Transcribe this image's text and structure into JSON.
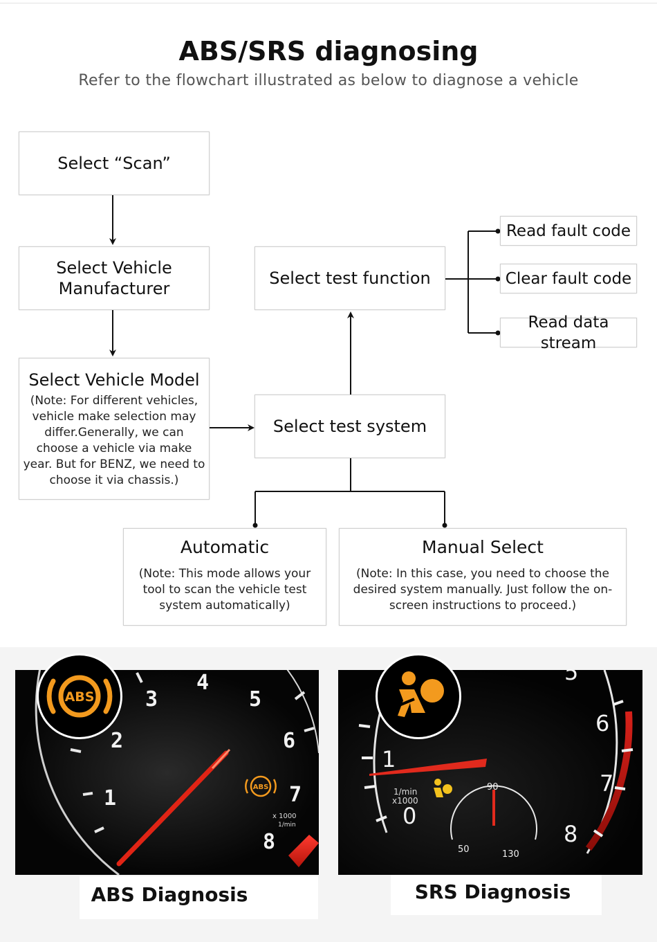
{
  "title": "ABS/SRS diagnosing",
  "subtitle": "Refer to the flowchart illustrated as below to diagnose a vehicle",
  "flow": {
    "select_scan": "Select “Scan”",
    "select_manufacturer_line1": "Select Vehicle",
    "select_manufacturer_line2": "Manufacturer",
    "select_model": "Select Vehicle Model",
    "select_model_note": "(Note: For different vehicles, vehicle make selection may differ.Generally, we can choose a vehicle via make year. But for BENZ, we need to choose it via chassis.)",
    "select_test_system": "Select test system",
    "select_test_function": "Select test function",
    "read_fault_code": "Read fault code",
    "clear_fault_code": "Clear fault code",
    "read_data_stream": "Read data stream",
    "automatic": "Automatic",
    "automatic_note": "(Note: This mode allows your tool to scan the vehicle test system automatically)",
    "manual_select": "Manual Select",
    "manual_note": "(Note: In this case, you need to choose the desired system manually. Just follow the on-screen instructions to proceed.)"
  },
  "panels": {
    "abs": {
      "caption": "ABS Diagnosis",
      "badge_text": "ABS",
      "numbers": [
        "1",
        "2",
        "3",
        "4",
        "5",
        "6",
        "7",
        "8"
      ],
      "warning_text": "ABS",
      "unit_line1": "x 1000",
      "unit_line2": "1/min",
      "icon_color": "#f39a1e"
    },
    "srs": {
      "caption": "SRS Diagnosis",
      "numbers": [
        "0",
        "1",
        "6",
        "7",
        "8",
        "5"
      ],
      "unit_line1": "1/min",
      "unit_line2": "x1000",
      "temp_labels": [
        "50",
        "90",
        "130"
      ],
      "icon_color": "#f39a1e"
    }
  }
}
